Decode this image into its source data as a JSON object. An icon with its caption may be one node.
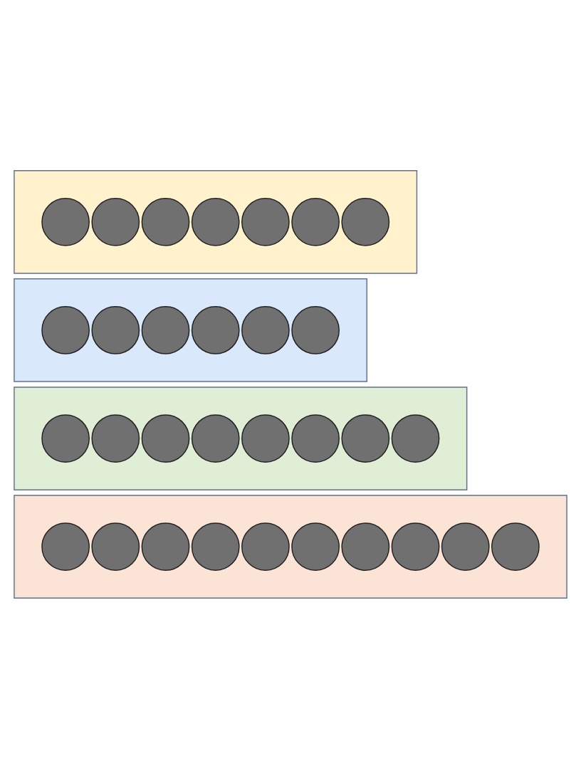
{
  "diagram": {
    "nodes": [
      {
        "text": [],
        "shape": "box"
      },
      {
        "text": [],
        "shape": "circle",
        "in": 0
      },
      {
        "text": [],
        "shape": "circle",
        "in": 0
      },
      {
        "text": [],
        "shape": "circle",
        "in": 0
      },
      {
        "text": [],
        "shape": "circle",
        "in": 0
      },
      {
        "text": [],
        "shape": "circle",
        "in": 0
      },
      {
        "text": [],
        "shape": "circle",
        "in": 0
      },
      {
        "text": [],
        "shape": "circle",
        "in": 0
      },
      {
        "text": [],
        "shape": "box"
      },
      {
        "text": [],
        "shape": "circle",
        "in": 8
      },
      {
        "text": [],
        "shape": "circle",
        "in": 8
      },
      {
        "text": [],
        "shape": "circle",
        "in": 8
      },
      {
        "text": [],
        "shape": "circle",
        "in": 8
      },
      {
        "text": [],
        "shape": "circle",
        "in": 8
      },
      {
        "text": [],
        "shape": "circle",
        "in": 8
      },
      {
        "text": [],
        "shape": "box"
      },
      {
        "text": [],
        "shape": "circle",
        "in": 15
      },
      {
        "text": [],
        "shape": "circle",
        "in": 15
      },
      {
        "text": [],
        "shape": "circle",
        "in": 15
      },
      {
        "text": [],
        "shape": "circle",
        "in": 15
      },
      {
        "text": [],
        "shape": "circle",
        "in": 15
      },
      {
        "text": [],
        "shape": "circle",
        "in": 15
      },
      {
        "text": [],
        "shape": "circle",
        "in": 15
      },
      {
        "text": [],
        "shape": "circle",
        "in": 15
      },
      {
        "text": [],
        "shape": "box"
      },
      {
        "text": [],
        "shape": "circle",
        "in": 24
      },
      {
        "text": [],
        "shape": "circle",
        "in": 24
      },
      {
        "text": [],
        "shape": "circle",
        "in": 24
      },
      {
        "text": [],
        "shape": "circle",
        "in": 24
      },
      {
        "text": [],
        "shape": "circle",
        "in": 24
      },
      {
        "text": [],
        "shape": "circle",
        "in": 24
      },
      {
        "text": [],
        "shape": "circle",
        "in": 24
      },
      {
        "text": [],
        "shape": "circle",
        "in": 24
      },
      {
        "text": [],
        "shape": "circle",
        "in": 24
      },
      {
        "text": [],
        "shape": "circle",
        "in": 24
      }
    ],
    "edges": []
  }
}
